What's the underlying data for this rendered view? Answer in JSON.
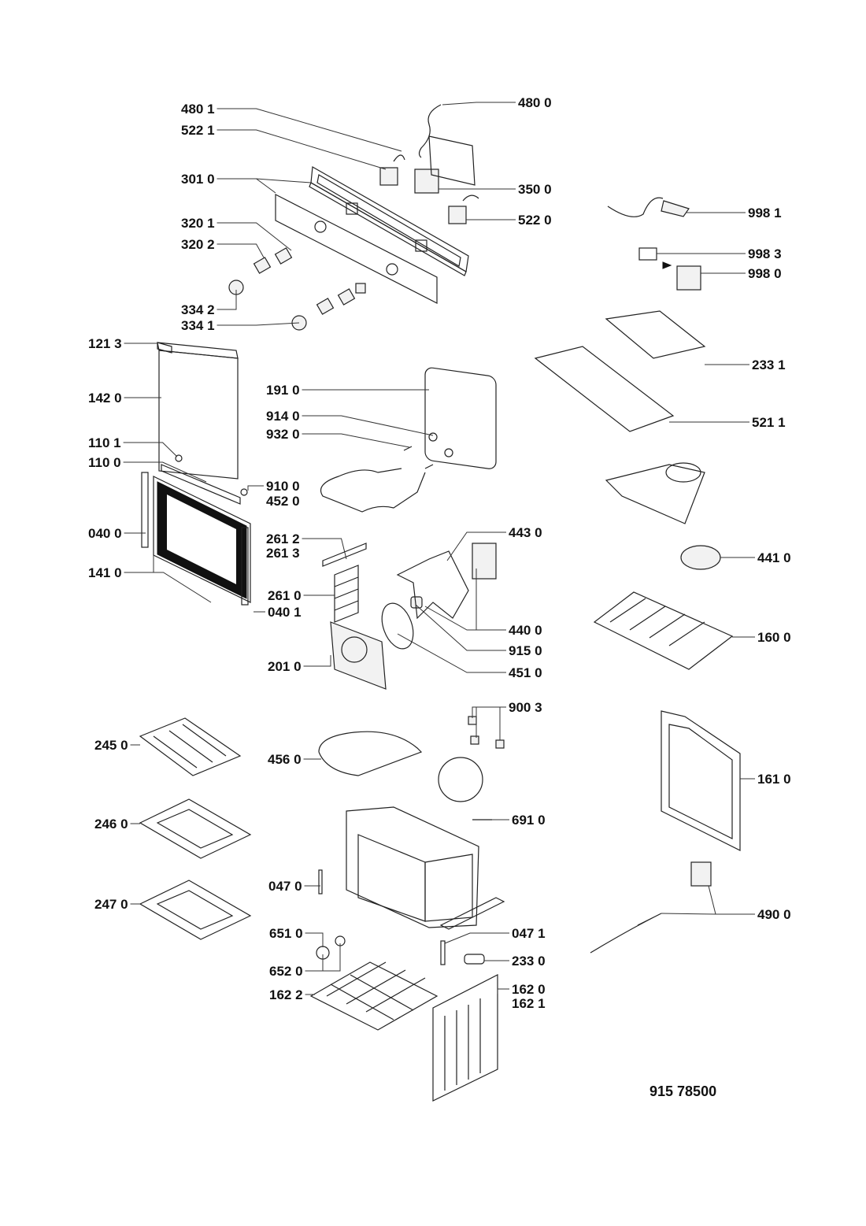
{
  "diagram": {
    "type": "exploded parts diagram",
    "drawing_number": "915 78500",
    "labels": [
      {
        "id": "4801",
        "text": "480 1"
      },
      {
        "id": "5221",
        "text": "522 1"
      },
      {
        "id": "3010",
        "text": "301 0"
      },
      {
        "id": "3201",
        "text": "320 1"
      },
      {
        "id": "3202",
        "text": "320 2"
      },
      {
        "id": "3342",
        "text": "334 2"
      },
      {
        "id": "3341",
        "text": "334 1"
      },
      {
        "id": "1213",
        "text": "121 3"
      },
      {
        "id": "1420",
        "text": "142 0"
      },
      {
        "id": "1101",
        "text": "110 1"
      },
      {
        "id": "1100",
        "text": "110 0"
      },
      {
        "id": "0400",
        "text": "040 0"
      },
      {
        "id": "1410",
        "text": "141 0"
      },
      {
        "id": "1910",
        "text": "191 0"
      },
      {
        "id": "9140",
        "text": "914 0"
      },
      {
        "id": "9320",
        "text": "932 0"
      },
      {
        "id": "9100",
        "text": "910 0"
      },
      {
        "id": "4520",
        "text": "452 0"
      },
      {
        "id": "2612",
        "text": "261 2"
      },
      {
        "id": "2613",
        "text": "261 3"
      },
      {
        "id": "2610",
        "text": "261 0"
      },
      {
        "id": "0401",
        "text": "040 1"
      },
      {
        "id": "2010",
        "text": "201 0"
      },
      {
        "id": "4430",
        "text": "443 0"
      },
      {
        "id": "4400",
        "text": "440 0"
      },
      {
        "id": "9150",
        "text": "915 0"
      },
      {
        "id": "4510",
        "text": "451 0"
      },
      {
        "id": "9003",
        "text": "900 3"
      },
      {
        "id": "4560",
        "text": "456 0"
      },
      {
        "id": "6910",
        "text": "691 0"
      },
      {
        "id": "0470",
        "text": "047 0"
      },
      {
        "id": "0471",
        "text": "047 1"
      },
      {
        "id": "6510",
        "text": "651 0"
      },
      {
        "id": "6520",
        "text": "652 0"
      },
      {
        "id": "2330",
        "text": "233 0"
      },
      {
        "id": "1622",
        "text": "162 2"
      },
      {
        "id": "1620",
        "text": "162 0"
      },
      {
        "id": "1621",
        "text": "162 1"
      },
      {
        "id": "2450",
        "text": "245 0"
      },
      {
        "id": "2460",
        "text": "246 0"
      },
      {
        "id": "2470",
        "text": "247 0"
      },
      {
        "id": "4800",
        "text": "480 0"
      },
      {
        "id": "3500",
        "text": "350 0"
      },
      {
        "id": "5220",
        "text": "522 0"
      },
      {
        "id": "9981",
        "text": "998 1"
      },
      {
        "id": "9983",
        "text": "998 3"
      },
      {
        "id": "9980",
        "text": "998 0"
      },
      {
        "id": "2331",
        "text": "233 1"
      },
      {
        "id": "5211",
        "text": "521 1"
      },
      {
        "id": "4410",
        "text": "441 0"
      },
      {
        "id": "1600",
        "text": "160 0"
      },
      {
        "id": "1610",
        "text": "161 0"
      },
      {
        "id": "4900",
        "text": "490 0"
      }
    ]
  }
}
